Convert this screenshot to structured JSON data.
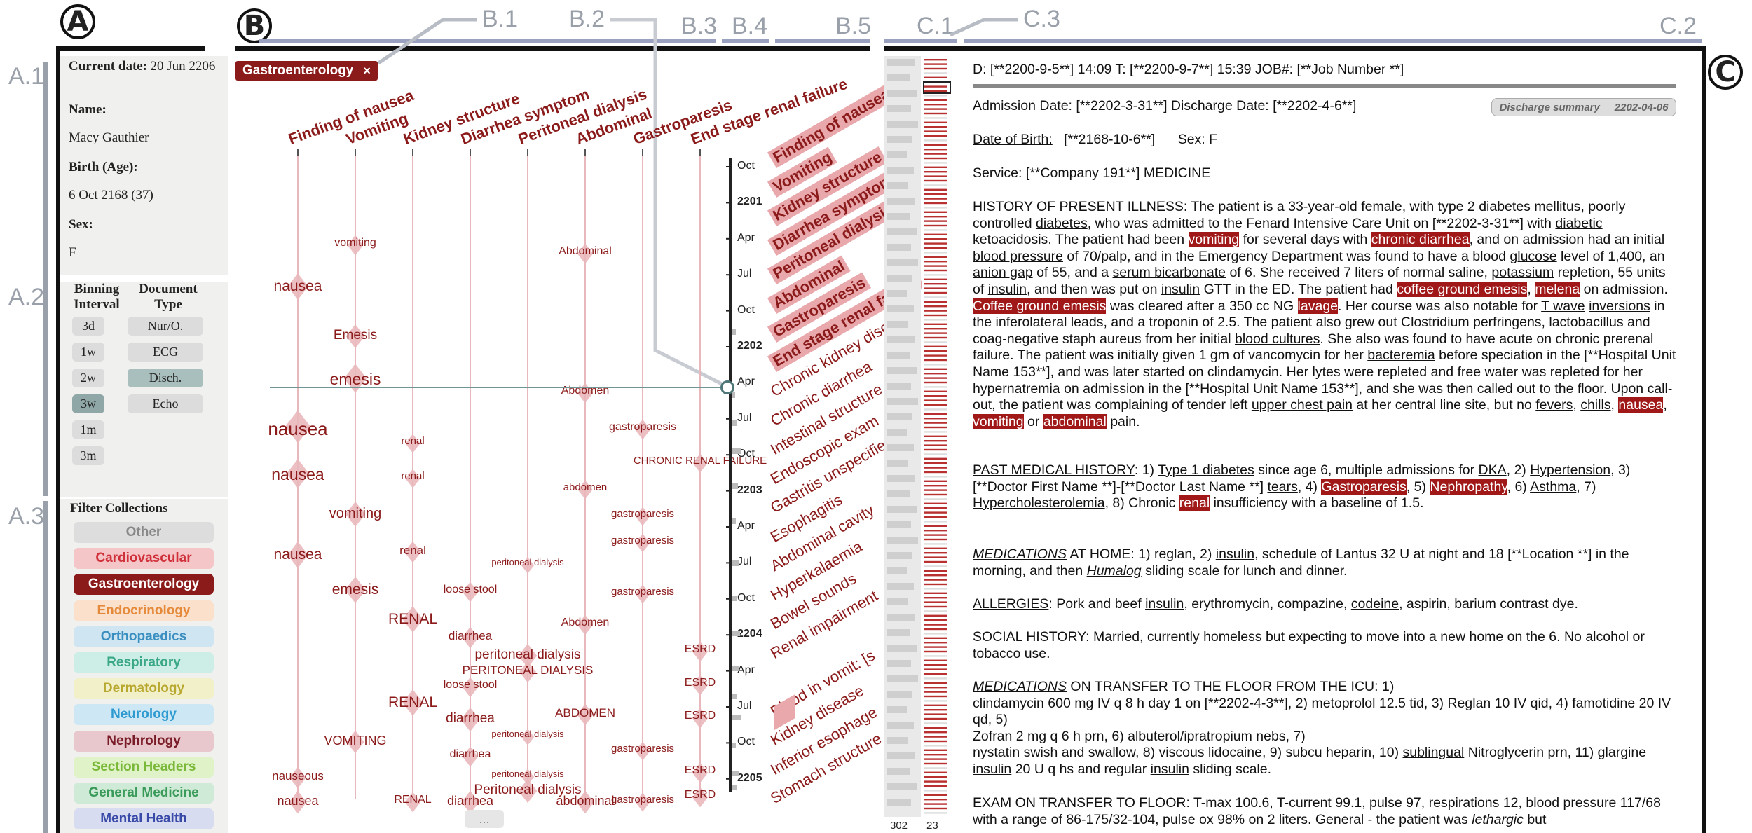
{
  "regions": {
    "A": "A",
    "B": "B",
    "C": "C"
  },
  "sublabels": {
    "a1": "A.1",
    "a2": "A.2",
    "a3": "A.3",
    "b1": "B.1",
    "b2": "B.2",
    "b3": "B.3",
    "b4": "B.4",
    "b5": "B.5",
    "c1": "C.1",
    "c2": "C.2",
    "c3": "C.3"
  },
  "patient": {
    "current_date_label": "Current date:",
    "current_date": "20 Jun 2206",
    "name_label": "Name:",
    "name": "Macy Gauthier",
    "birth_label": "Birth (Age):",
    "birth": "6 Oct 2168 (37)",
    "sex_label": "Sex:",
    "sex": "F"
  },
  "binning": {
    "interval_label": "Binning Interval",
    "doc_type_label": "Document Type",
    "intervals": [
      "3d",
      "1w",
      "2w",
      "3w",
      "1m",
      "3m"
    ],
    "selected_interval": "3w",
    "doc_types": [
      "Nur/O.",
      "ECG",
      "Disch.",
      "Echo"
    ],
    "selected_doc_type": "Disch."
  },
  "filter": {
    "title": "Filter Collections",
    "items": [
      {
        "label": "Other",
        "bg": "#dddddd",
        "fg": "#888888"
      },
      {
        "label": "Cardiovascular",
        "bg": "#f4c6c8",
        "fg": "#d0303a"
      },
      {
        "label": "Gastroenterology",
        "bg": "#8b1a1a",
        "fg": "#ffffff"
      },
      {
        "label": "Endocrinology",
        "bg": "#fbe0cc",
        "fg": "#e58a3a"
      },
      {
        "label": "Orthopaedics",
        "bg": "#cfe6f2",
        "fg": "#3a8fc0"
      },
      {
        "label": "Respiratory",
        "bg": "#cdeee6",
        "fg": "#3aa884"
      },
      {
        "label": "Dermatology",
        "bg": "#f2f0c8",
        "fg": "#b8a830"
      },
      {
        "label": "Neurology",
        "bg": "#cde8f4",
        "fg": "#2e9ad0"
      },
      {
        "label": "Nephrology",
        "bg": "#e8c8cc",
        "fg": "#7a1c28"
      },
      {
        "label": "Section Headers",
        "bg": "#e0f2c8",
        "fg": "#7ab83a"
      },
      {
        "label": "General Medicine",
        "bg": "#cfead6",
        "fg": "#3a9a5a"
      },
      {
        "label": "Mental Health",
        "bg": "#d8dcf0",
        "fg": "#3a4aa8"
      }
    ]
  },
  "active_filter": "Gastroenterology",
  "active_filter_close": "×",
  "columns": [
    "Finding of nausea",
    "Vomiting",
    "Kidney structure",
    "Diarrhea symptom",
    "Peritoneal dialysis",
    "Abdominal",
    "Gastroparesis",
    "End stage renal failure"
  ],
  "terms": [
    {
      "text": "vomiting",
      "col": 1,
      "row": 338,
      "size": 16
    },
    {
      "text": "Abdominal",
      "col": 5,
      "row": 350,
      "size": 16
    },
    {
      "text": "nausea",
      "col": 0,
      "row": 397,
      "size": 21
    },
    {
      "text": "Emesis",
      "col": 1,
      "row": 468,
      "size": 19
    },
    {
      "text": "emesis",
      "col": 1,
      "row": 528,
      "size": 23
    },
    {
      "text": "Abdomen",
      "col": 5,
      "row": 549,
      "size": 16
    },
    {
      "text": "nausea",
      "col": 0,
      "row": 597,
      "size": 26
    },
    {
      "text": "gastroparesis",
      "col": 6,
      "row": 601,
      "size": 16
    },
    {
      "text": "renal",
      "col": 2,
      "row": 621,
      "size": 15
    },
    {
      "text": "CHRONIC RENAL FAILURE",
      "col": 7,
      "row": 649,
      "size": 15
    },
    {
      "text": "nausea",
      "col": 0,
      "row": 664,
      "size": 23
    },
    {
      "text": "renal",
      "col": 2,
      "row": 671,
      "size": 15
    },
    {
      "text": "abdomen",
      "col": 5,
      "row": 687,
      "size": 15
    },
    {
      "text": "vomiting",
      "col": 1,
      "row": 722,
      "size": 20
    },
    {
      "text": "gastroparesis",
      "col": 6,
      "row": 725,
      "size": 15
    },
    {
      "text": "renal",
      "col": 2,
      "row": 776,
      "size": 17
    },
    {
      "text": "nausea",
      "col": 0,
      "row": 780,
      "size": 21
    },
    {
      "text": "gastroparesis",
      "col": 6,
      "row": 763,
      "size": 15
    },
    {
      "text": "peritoneal dialysis",
      "col": 4,
      "row": 795,
      "size": 13
    },
    {
      "text": "emesis",
      "col": 1,
      "row": 830,
      "size": 21
    },
    {
      "text": "loose stool",
      "col": 3,
      "row": 833,
      "size": 16
    },
    {
      "text": "gastroparesis",
      "col": 6,
      "row": 836,
      "size": 15
    },
    {
      "text": "RENAL",
      "col": 2,
      "row": 872,
      "size": 21
    },
    {
      "text": "diarrhea",
      "col": 3,
      "row": 898,
      "size": 17
    },
    {
      "text": "Abdomen",
      "col": 5,
      "row": 880,
      "size": 16
    },
    {
      "text": "peritoneal dialysis",
      "col": 4,
      "row": 924,
      "size": 19
    },
    {
      "text": "ESRD",
      "col": 7,
      "row": 918,
      "size": 16
    },
    {
      "text": "PERITONEAL DIALYSIS",
      "col": 4,
      "row": 947,
      "size": 17
    },
    {
      "text": "loose stool",
      "col": 3,
      "row": 969,
      "size": 16
    },
    {
      "text": "ESRD",
      "col": 7,
      "row": 966,
      "size": 16
    },
    {
      "text": "RENAL",
      "col": 2,
      "row": 991,
      "size": 21
    },
    {
      "text": "ABDOMEN",
      "col": 5,
      "row": 1008,
      "size": 17
    },
    {
      "text": "diarrhea",
      "col": 3,
      "row": 1015,
      "size": 19
    },
    {
      "text": "ESRD",
      "col": 7,
      "row": 1013,
      "size": 16
    },
    {
      "text": "peritoneal dialysis",
      "col": 4,
      "row": 1040,
      "size": 13
    },
    {
      "text": "VOMITING",
      "col": 1,
      "row": 1047,
      "size": 18
    },
    {
      "text": "gastroparesis",
      "col": 6,
      "row": 1060,
      "size": 15
    },
    {
      "text": "diarrhea",
      "col": 3,
      "row": 1068,
      "size": 16
    },
    {
      "text": "ESRD",
      "col": 7,
      "row": 1091,
      "size": 16
    },
    {
      "text": "nauseous",
      "col": 0,
      "row": 1098,
      "size": 17
    },
    {
      "text": "peritoneal dialysis",
      "col": 4,
      "row": 1097,
      "size": 13
    },
    {
      "text": "Peritoneal dialysis",
      "col": 4,
      "row": 1117,
      "size": 19
    },
    {
      "text": "ESRD",
      "col": 7,
      "row": 1126,
      "size": 16
    },
    {
      "text": "nausea",
      "col": 0,
      "row": 1133,
      "size": 18
    },
    {
      "text": "RENAL",
      "col": 2,
      "row": 1133,
      "size": 16
    },
    {
      "text": "diarrhea",
      "col": 3,
      "row": 1133,
      "size": 18
    },
    {
      "text": "abdominal",
      "col": 5,
      "row": 1133,
      "size": 18
    },
    {
      "text": "gastroparesis",
      "col": 6,
      "row": 1133,
      "size": 15
    }
  ],
  "timeline_ticks": [
    {
      "label": "Oct",
      "bold": false
    },
    {
      "label": "2201",
      "bold": true
    },
    {
      "label": "Apr",
      "bold": false
    },
    {
      "label": "Jul",
      "bold": false
    },
    {
      "label": "Oct",
      "bold": false
    },
    {
      "label": "2202",
      "bold": true
    },
    {
      "label": "Apr",
      "bold": false
    },
    {
      "label": "Jul",
      "bold": false
    },
    {
      "label": "Oct",
      "bold": false
    },
    {
      "label": "2203",
      "bold": true
    },
    {
      "label": "Apr",
      "bold": false
    },
    {
      "label": "Jul",
      "bold": false
    },
    {
      "label": "Oct",
      "bold": false
    },
    {
      "label": "2204",
      "bold": true
    },
    {
      "label": "Apr",
      "bold": false
    },
    {
      "label": "Jul",
      "bold": false
    },
    {
      "label": "Oct",
      "bold": false
    },
    {
      "label": "2205",
      "bold": true
    }
  ],
  "more_button": "...",
  "concept_list": [
    {
      "text": "Finding of nausea",
      "bold": true
    },
    {
      "text": "Vomiting",
      "bold": true
    },
    {
      "text": "Kidney structure",
      "bold": true
    },
    {
      "text": "Diarrhea symptom",
      "bold": true
    },
    {
      "text": "Peritoneal dialysis",
      "bold": true
    },
    {
      "text": "Abdominal",
      "bold": true
    },
    {
      "text": "Gastroparesis",
      "bold": true
    },
    {
      "text": "End stage renal failure",
      "bold": true
    },
    {
      "text": "Chronic kidney disease",
      "bold": false
    },
    {
      "text": "Chronic diarrhea",
      "bold": false
    },
    {
      "text": "Intestinal structure",
      "bold": false
    },
    {
      "text": "Endoscopic exam",
      "bold": false
    },
    {
      "text": "Gastritis unspecified",
      "bold": false
    },
    {
      "text": "Esophagitis",
      "bold": false
    },
    {
      "text": "Abdominal cavity",
      "bold": false
    },
    {
      "text": "Hyperkalaemia",
      "bold": false
    },
    {
      "text": "Bowel sounds",
      "bold": false
    },
    {
      "text": "Renal impairment",
      "bold": false
    },
    {
      "text": "",
      "bold": false
    },
    {
      "text": "Blood in vomit: [s",
      "bold": false
    },
    {
      "text": "Kidney disease",
      "bold": false
    },
    {
      "text": "Inferior esophage",
      "bold": false
    },
    {
      "text": "Stomach structure",
      "bold": false
    }
  ],
  "doc_counts": {
    "left": "302",
    "right": "23"
  },
  "document": {
    "header": "D:  [**2200-9-5**]  14:09 T:  [**2200-9-7**]  15:39 JOB#:  [**Job Number **]",
    "admission": "Admission Date:  [**2202-3-31**]      Discharge Date:  [**2202-4-6**]",
    "badge_type": "Discharge summary",
    "badge_date": "2202-04-06",
    "dob_label": "Date of Birth:",
    "dob": "[**2168-10-6**]",
    "sex": "Sex:  F",
    "service": "Service:  [**Company 191**] MEDICINE"
  }
}
